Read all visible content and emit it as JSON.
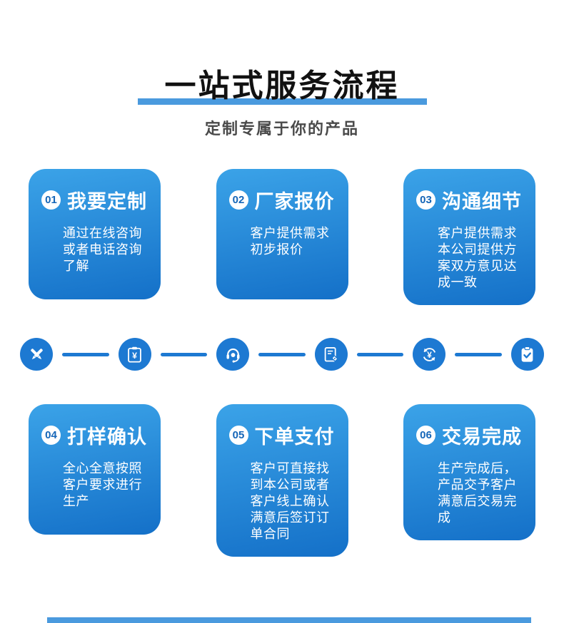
{
  "header": {
    "title": "一站式服务流程",
    "subtitle": "定制专属于你的产品"
  },
  "steps": [
    {
      "num": "01",
      "title": "我要定制",
      "desc": "通过在线咨询或者电话咨询了解"
    },
    {
      "num": "02",
      "title": "厂家报价",
      "desc": "客户提供需求初步报价"
    },
    {
      "num": "03",
      "title": "沟通细节",
      "desc": "客户提供需求本公司提供方案双方意见达成一致"
    },
    {
      "num": "04",
      "title": "打样确认",
      "desc": "全心全意按照客户要求进行生产"
    },
    {
      "num": "05",
      "title": "下单支付",
      "desc": "客户可直接找到本公司或者客户线上确认满意后签订订单合同"
    },
    {
      "num": "06",
      "title": "交易完成",
      "desc": "生产完成后，产品交予客户满意后交易完成"
    }
  ],
  "icons": [
    {
      "name": "design-pens-icon"
    },
    {
      "name": "quote-clipboard-yen-icon"
    },
    {
      "name": "customer-service-headset-icon"
    },
    {
      "name": "order-document-tag-icon"
    },
    {
      "name": "payment-yen-cycle-icon"
    },
    {
      "name": "completed-clipboard-check-icon"
    }
  ],
  "colors": {
    "card-top": "#3ba3e8",
    "card-bottom": "#1470c8",
    "icon-blue": "#1d79d2",
    "bar-blue": "#4a9ade",
    "badge-text": "#1566b8"
  }
}
